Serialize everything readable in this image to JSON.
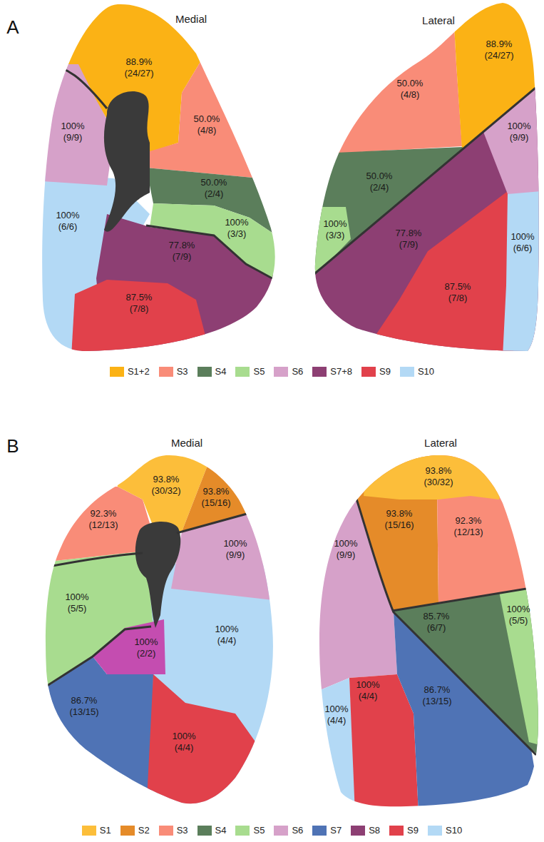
{
  "diagram": {
    "labels": [
      "A",
      "Medial",
      "Lateral",
      "88.9% (24/27)",
      "100% (9/9)",
      "50.0% (4/8)",
      "50.0% (2/4)",
      "100% (3/3)",
      "100% (6/6)",
      "77.8% (7/9)",
      "87.5% (7/8)",
      "88.9% (24/27)",
      "50.0% (4/8)",
      "100% (9/9)",
      "50.0% (2/4)",
      "100% (3/3)",
      "77.8% (7/9)",
      "87.5% (7/8)",
      "100% (6/6)",
      "B",
      "Medial",
      "Lateral",
      "93.8% (30/32)",
      "93.8% (15/16)",
      "92.3% (12/13)",
      "100% (9/9)",
      "100% (5/5)",
      "100% (2/2)",
      "100% (4/4)",
      "86.7% (13/15)",
      "100% (4/4)",
      "93.8% (30/32)",
      "93.8% (15/16)",
      "92.3% (12/13)",
      "100% (9/9)",
      "85.7% (6/7)",
      "100% (5/5)",
      "100% (4/4)",
      "86.7% (13/15)",
      "100% (4/4)"
    ],
    "legend": [
      {
        "text": "S1+2",
        "color": "#FBB215"
      },
      {
        "text": "S3",
        "color": "#F98C78"
      },
      {
        "text": "S4",
        "color": "#5B7E5B"
      },
      {
        "text": "S5",
        "color": "#A8DC8F"
      },
      {
        "text": "S6",
        "color": "#D6A1C9"
      },
      {
        "text": "S7+8",
        "color": "#8D3F73"
      },
      {
        "text": "S9",
        "color": "#E1414B"
      },
      {
        "text": "S10",
        "color": "#B3D9F5"
      },
      {
        "text": "S1",
        "color": "#FCBE3A"
      },
      {
        "text": "S2",
        "color": "#E58B29"
      },
      {
        "text": "S3",
        "color": "#F98C78"
      },
      {
        "text": "S4",
        "color": "#5B7E5B"
      },
      {
        "text": "S5",
        "color": "#A8DC8F"
      },
      {
        "text": "S6",
        "color": "#D6A1C9"
      },
      {
        "text": "S7",
        "color": "#4F73B5"
      },
      {
        "text": "S8",
        "color": "#8D3F73"
      },
      {
        "text": "S9",
        "color": "#E1414B"
      },
      {
        "text": "S10",
        "color": "#B3D9F5"
      }
    ]
  }
}
